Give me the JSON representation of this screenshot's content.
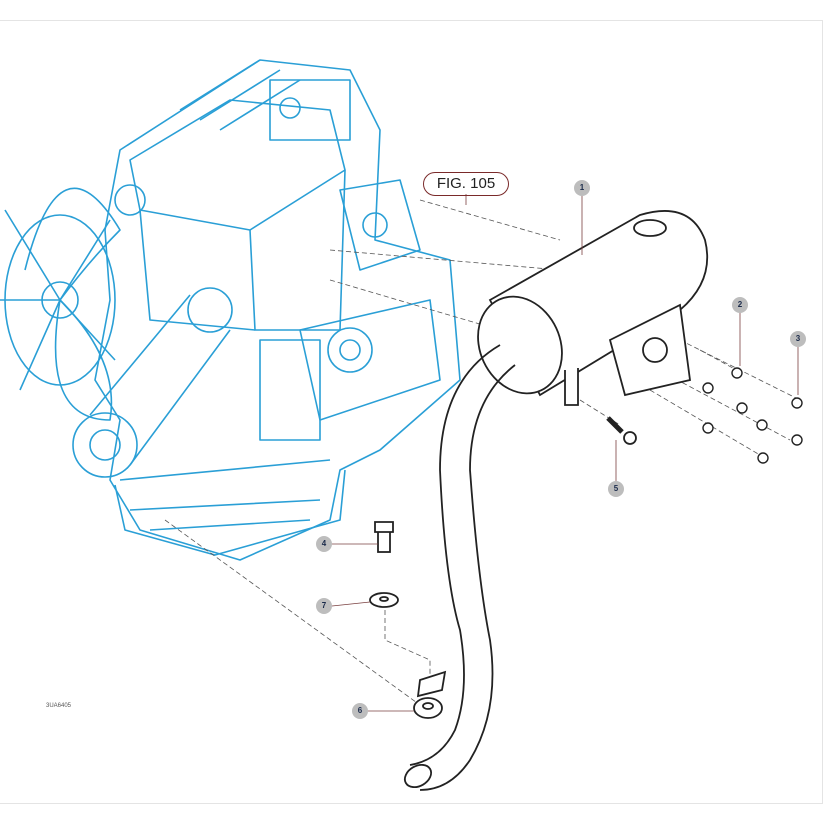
{
  "figure_reference": "FIG. 105",
  "drawing_code": "3UA6405",
  "callouts": [
    "1",
    "2",
    "3",
    "4",
    "5",
    "6",
    "7"
  ],
  "colors": {
    "engine": "#2a9fd6",
    "parts": "#222222",
    "callout_bg": "#bdbdbd",
    "fig_border": "#7a2a2a"
  }
}
